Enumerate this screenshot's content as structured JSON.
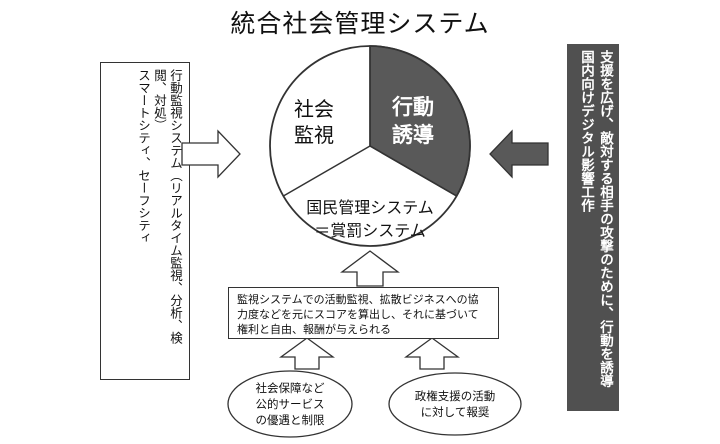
{
  "title": "統合社会管理システム",
  "left_box": {
    "lines": [
      "行動監視システム（リアルタイム監視、分析、検",
      "閲、対処）",
      "スマートシティ、セーフシティ"
    ]
  },
  "right_box": {
    "lines": [
      "支援を広げ、敵対する相手の攻撃のために、行動を誘導",
      "国内向けデジタル影響工作"
    ]
  },
  "circle": {
    "segment_left": [
      "社会",
      "監視"
    ],
    "segment_right": [
      "行動",
      "誘導"
    ],
    "segment_bottom": [
      "国民管理システム",
      "＝賞罰システム"
    ]
  },
  "bottom_box": {
    "lines": [
      "監視システムでの活動監視、拡散ビジネスへの協",
      "力度などを元にスコアを算出し、それに基づいて",
      "権利と自由、報酬が与えられる"
    ]
  },
  "ellipse_left": [
    "社会保障など",
    "公的サービス",
    "の優遇と制限"
  ],
  "ellipse_right": [
    "政権支援の活動",
    "に対して報奨"
  ],
  "colors": {
    "dark_fill": "#595959",
    "stroke": "#333333"
  }
}
